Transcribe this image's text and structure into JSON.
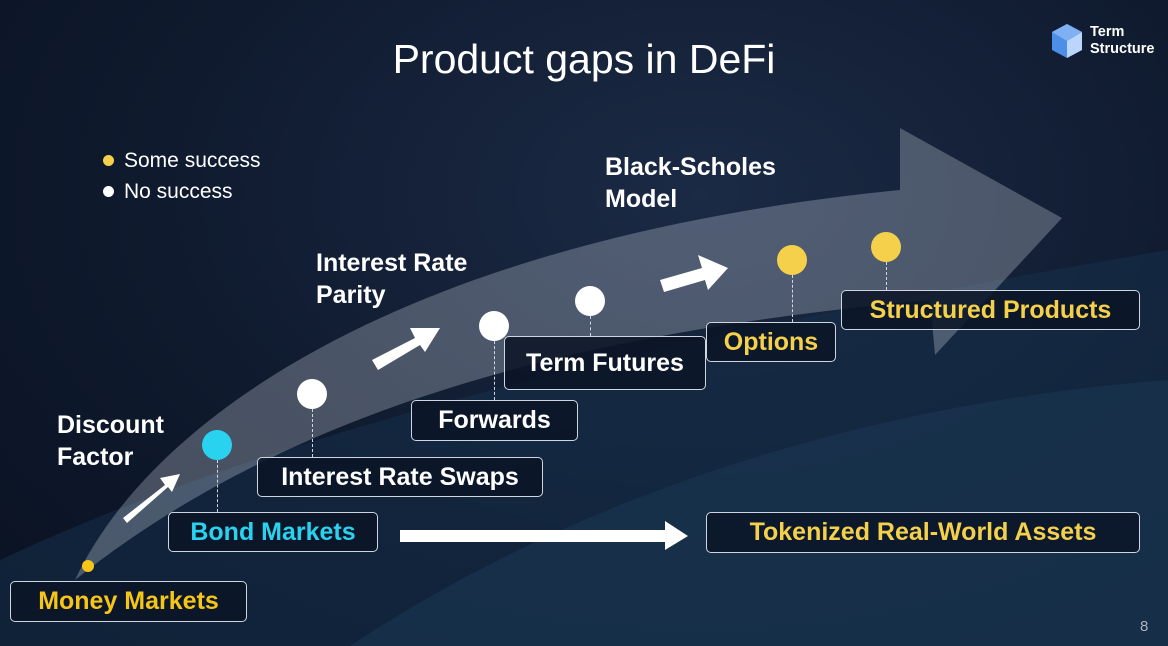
{
  "title": "Product gaps in DeFi",
  "logo": {
    "line1": "Term",
    "line2": "Structure"
  },
  "legend": [
    {
      "label": "Some success",
      "color": "#f5d04a"
    },
    {
      "label": "No success",
      "color": "#ffffff"
    }
  ],
  "concepts": {
    "discount_factor": [
      "Discount",
      "Factor"
    ],
    "interest_rate_parity": [
      "Interest Rate",
      "Parity"
    ],
    "black_scholes": [
      "Black-Scholes",
      "Model"
    ]
  },
  "products": {
    "money_markets": "Money Markets",
    "bond_markets": "Bond Markets",
    "interest_rate_swaps": "Interest Rate Swaps",
    "forwards": "Forwards",
    "term_futures": "Term Futures",
    "options": "Options",
    "structured_products": "Structured Products",
    "tokenized_rwa": "Tokenized Real-World Assets"
  },
  "colors": {
    "yellow": "#f5c518",
    "cyan": "#29d3f0",
    "white": "#ffffff"
  },
  "page_number": "8"
}
